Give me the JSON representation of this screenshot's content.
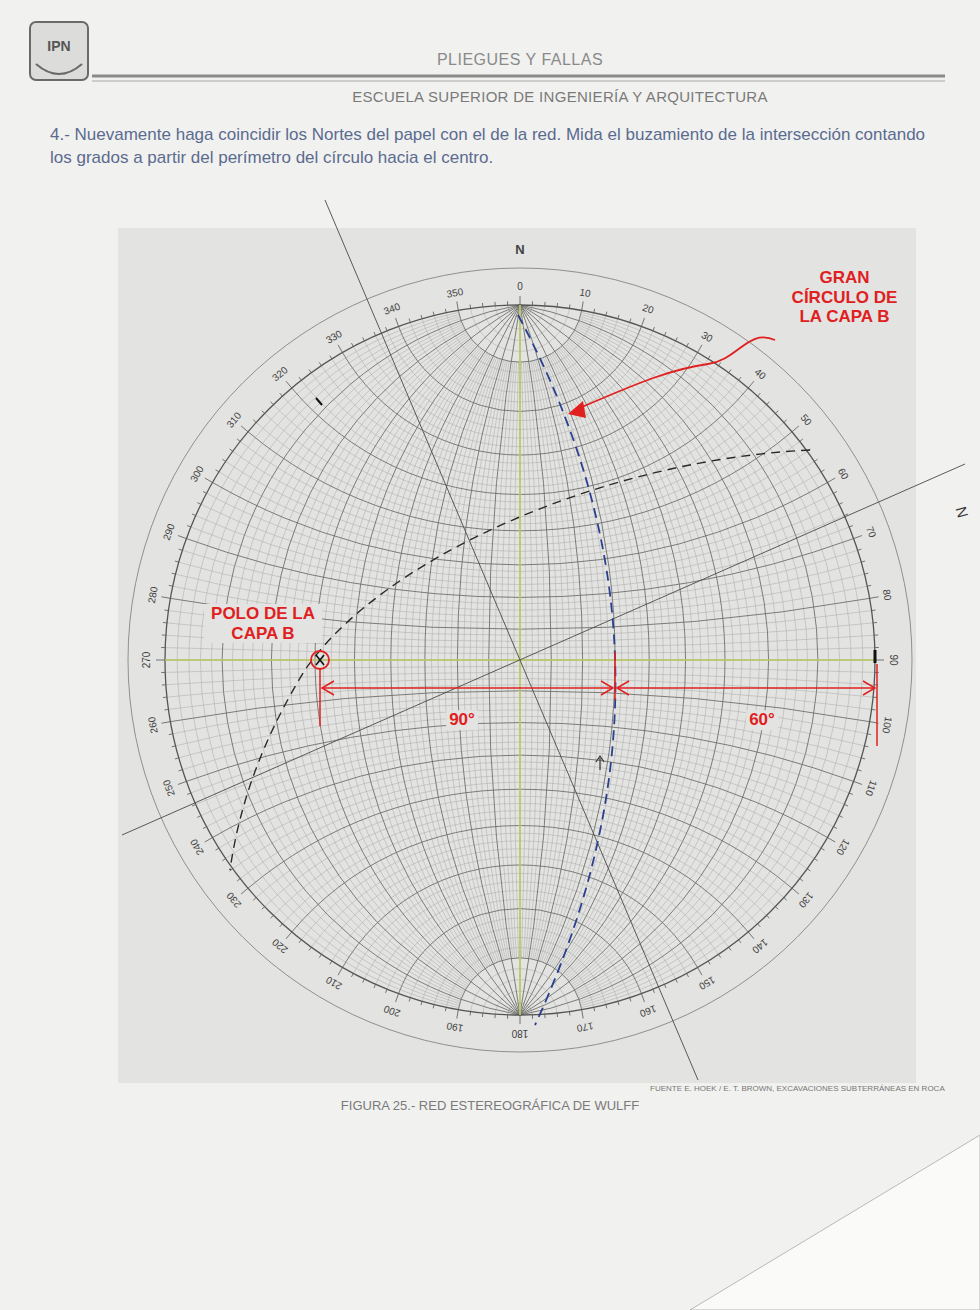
{
  "diagram": {
    "title": "PLIEGUES Y FALLAS",
    "caption": "FIGURA 25.- RED ESTEREOGRÁFICA DE WULFF",
    "labels": [
      "IPN",
      "ESCUELA SUPERIOR DE INGENIERÍA Y ARQUITECTURA",
      "4.- Nuevamente haga coincidir los Nortes del papel con el de la red. Mida el buzamiento de la intersección contando los grados a partir del perímetro del círculo hacia el centro.",
      "N",
      "0",
      "10",
      "20",
      "30",
      "40",
      "50",
      "60",
      "70",
      "80",
      "90",
      "100",
      "110",
      "120",
      "130",
      "140",
      "150",
      "160",
      "170",
      "180",
      "190",
      "200",
      "210",
      "220",
      "230",
      "240",
      "250",
      "260",
      "270",
      "280",
      "290",
      "300",
      "310",
      "320",
      "330",
      "340",
      "350",
      "N",
      "GRAN CÍRCULO DE LA CAPA B",
      "POLO DE LA CAPA B",
      "90°",
      "60°",
      "FUENTE E. HOEK / E. T. BROWN, EXCAVACIONES SUBTERRÁNEAS EN ROCA"
    ]
  }
}
